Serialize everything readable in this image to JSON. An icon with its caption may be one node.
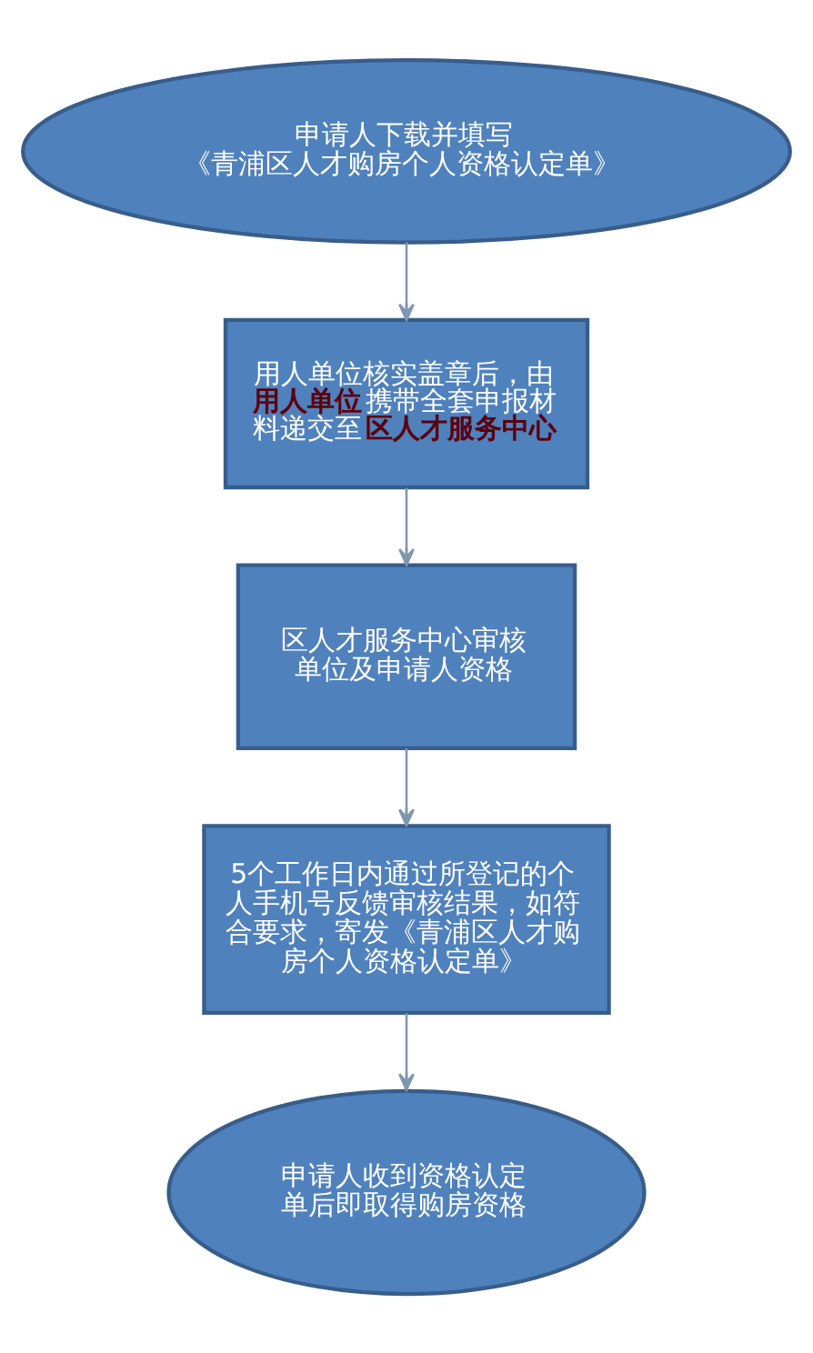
{
  "diagram": {
    "nodes": [
      {
        "text": [
          "申请人下载并填写《青浦区人才购房个人资格认定单》"
        ]
      },
      {
        "text": [
          "用人单位核实盖章后，由**用人单位**携带全套申报材料递交至**区人才服务中心**"
        ]
      },
      {
        "text": [
          "区人才服务中心审核单位及申请人资格"
        ]
      },
      {
        "text": [
          "5个工作日内通过所登记的个人手机号反馈审核结果，如符合要求，寄发《青浦区人才购房个人资格认定单》"
        ]
      },
      {
        "text": [
          "申请人收到资格认定单后即取得购房资格"
        ]
      }
    ],
    "edges": [
      {
        "from": 0,
        "to": 1,
        "arrow": "to"
      },
      {
        "from": 1,
        "to": 2,
        "arrow": "to"
      },
      {
        "from": 2,
        "to": 3,
        "arrow": "to"
      },
      {
        "from": 3,
        "to": 4,
        "arrow": "to"
      }
    ]
  }
}
